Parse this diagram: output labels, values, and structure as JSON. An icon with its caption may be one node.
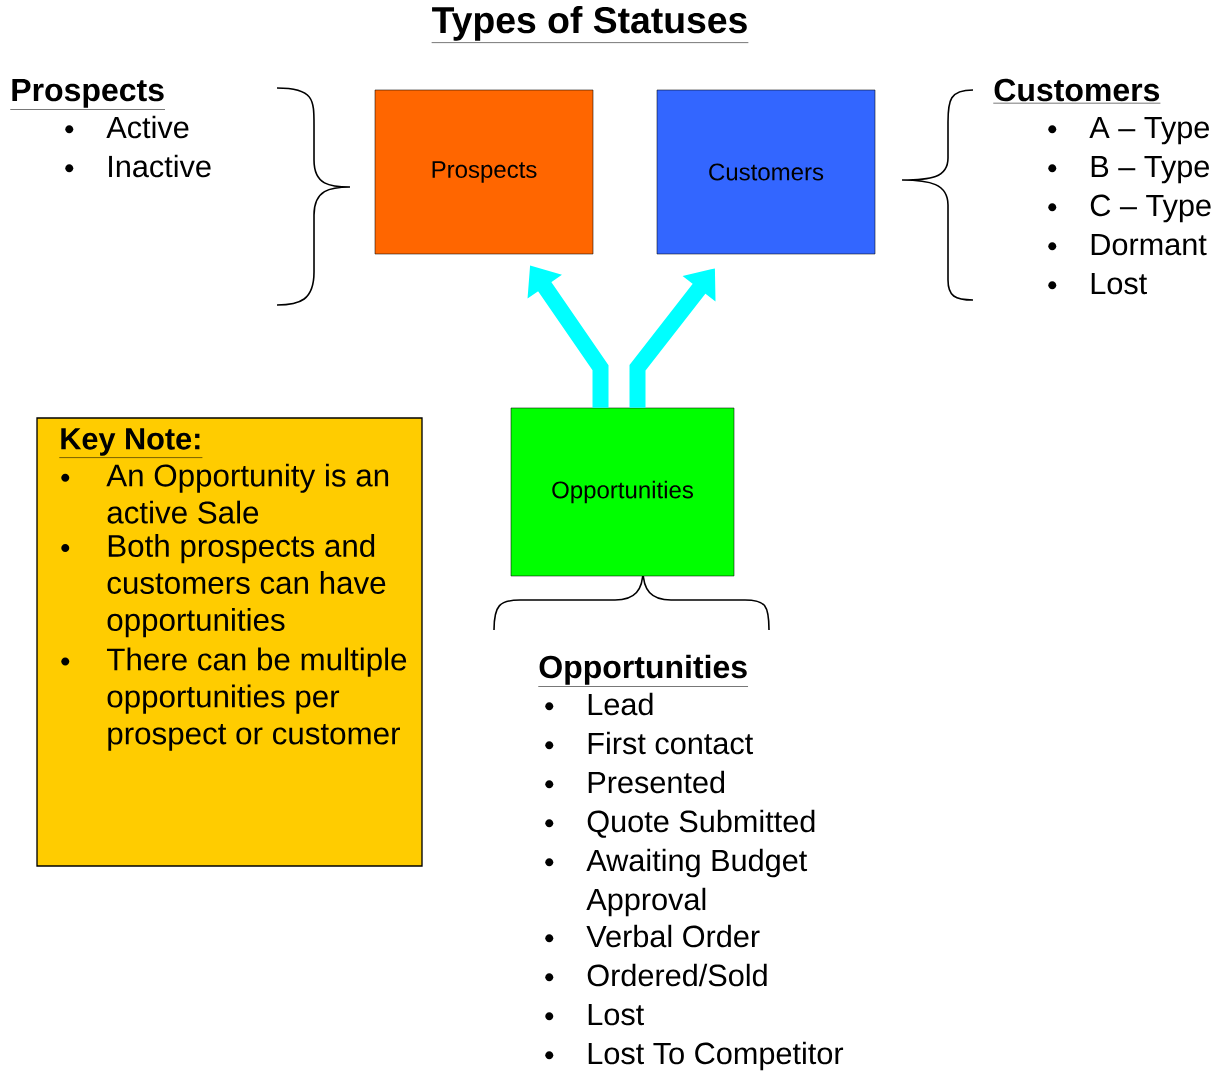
{
  "diagram": {
    "title": "Types of Statuses",
    "nodes": [
      {
        "text": [
          "Prospects"
        ]
      },
      {
        "text": [
          "Customers"
        ]
      },
      {
        "text": [
          "Opportunities"
        ]
      },
      {
        "text": [
          "Key Note:",
          "An Opportunity is an active Sale",
          "Both prospects and customers can have opportunities",
          "There can be multiple opportunities per prospect or customer"
        ]
      }
    ],
    "edges": [
      {
        "from": 2,
        "to": 0,
        "arrow": "to",
        "color": "#00ffff"
      },
      {
        "from": 2,
        "to": 1,
        "arrow": "to",
        "color": "#00ffff"
      }
    ],
    "labels": [
      "Prospects",
      "Active",
      "Inactive",
      "Customers",
      "A – Type",
      "B – Type",
      "C – Type",
      "Dormant",
      "Lost",
      "Opportunities",
      "Lead",
      "First contact",
      "Presented",
      "Quote Submitted",
      "Awaiting Budget Approval",
      "Verbal Order",
      "Ordered/Sold",
      "Lost",
      "Lost To Competitor"
    ]
  }
}
